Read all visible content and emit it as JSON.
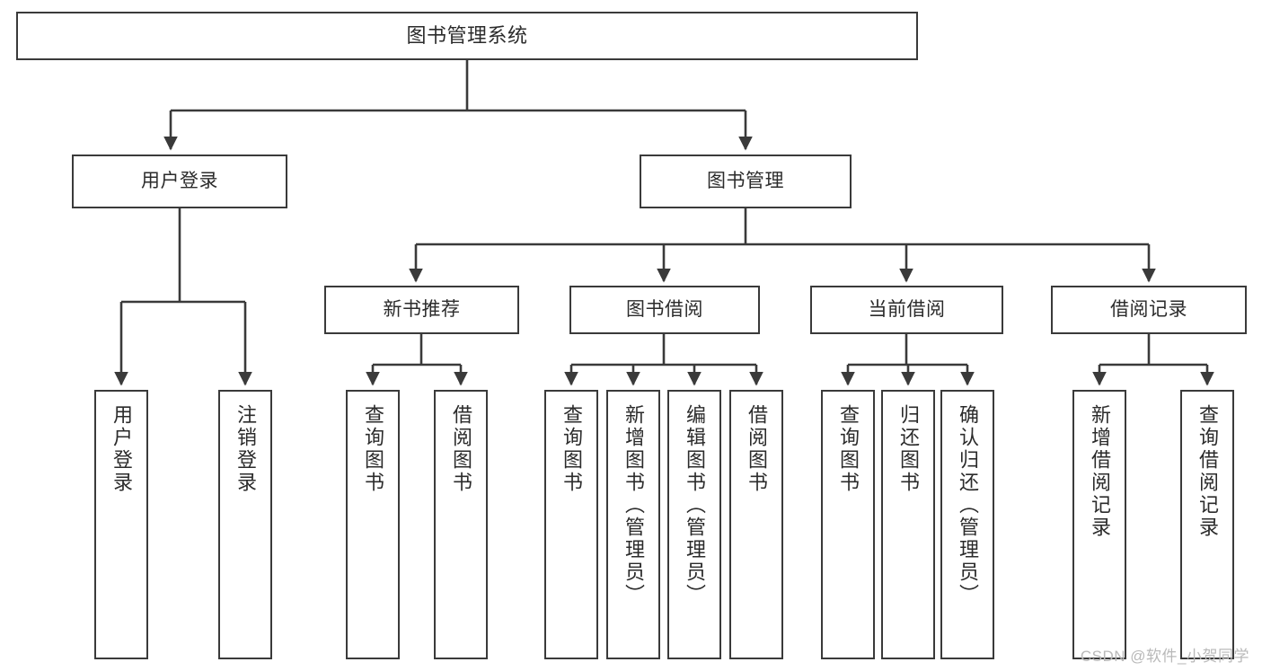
{
  "diagram": {
    "title": "图书管理系统",
    "type": "tree-hierarchy-chart",
    "watermark": "CSDN @软件_小贺同学",
    "colors": {
      "line": "#3a3a3a",
      "box_fill": "#ffffff",
      "text": "#2b2b2b",
      "watermark": "#b9b9b9"
    },
    "root": {
      "label": "图书管理系统"
    },
    "level1": [
      {
        "label": "用户登录"
      },
      {
        "label": "图书管理"
      }
    ],
    "level2": [
      {
        "label": "新书推荐"
      },
      {
        "label": "图书借阅"
      },
      {
        "label": "当前借阅"
      },
      {
        "label": "借阅记录"
      }
    ],
    "leaves": {
      "user_login": [
        {
          "label": "用户登录"
        },
        {
          "label": "注销登录"
        }
      ],
      "new_book_recommend": [
        {
          "label": "查询图书"
        },
        {
          "label": "借阅图书"
        }
      ],
      "book_borrow": [
        {
          "label": "查询图书"
        },
        {
          "label": "新增图书（管理员）"
        },
        {
          "label": "编辑图书（管理员）"
        },
        {
          "label": "借阅图书"
        }
      ],
      "current_borrow": [
        {
          "label": "查询图书"
        },
        {
          "label": "归还图书"
        },
        {
          "label": "确认归还（管理员）"
        }
      ],
      "borrow_record": [
        {
          "label": "新增借阅记录"
        },
        {
          "label": "查询借阅记录"
        }
      ]
    }
  }
}
